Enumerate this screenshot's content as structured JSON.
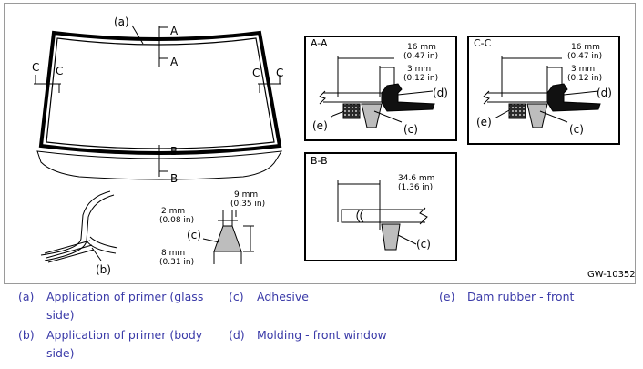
{
  "diagram": {
    "callouts": {
      "a": "(a)",
      "b": "(b)",
      "c": "(c)",
      "d": "(d)",
      "e": "(e)",
      "c_sec_c": "(c)",
      "d_sec_c": "(d)",
      "e_sec_c": "(e)",
      "c_sec_b": "(c)",
      "c_sec_a": "(c)",
      "d_sec_a": "(d)",
      "e_sec_a": "(e)"
    },
    "section_marks": {
      "A": "A",
      "B": "B",
      "C": "C"
    },
    "section_titles": {
      "aa": "A-A",
      "bb": "B-B",
      "cc": "C-C"
    },
    "dims": {
      "w9": "9 mm",
      "w9in": "(0.35 in)",
      "w2": "2 mm",
      "w2in": "(0.08 in)",
      "h8": "8 mm",
      "h8in": "(0.31 in)",
      "a16": "16 mm",
      "a16in": "(0.47 in)",
      "a3": "3 mm",
      "a3in": "(0.12 in)",
      "b34": "34.6 mm",
      "b34in": "(1.36 in)"
    },
    "figure_code": "GW-10352"
  },
  "legend": [
    {
      "key": "(a)",
      "text": "Application of primer (glass",
      "text2": "side)"
    },
    {
      "key": "(b)",
      "text": "Application of primer (body",
      "text2": "side)"
    },
    {
      "key": "(c)",
      "text": "Adhesive"
    },
    {
      "key": "(d)",
      "text": "Molding - front window"
    },
    {
      "key": "(e)",
      "text": "Dam rubber - front"
    }
  ]
}
